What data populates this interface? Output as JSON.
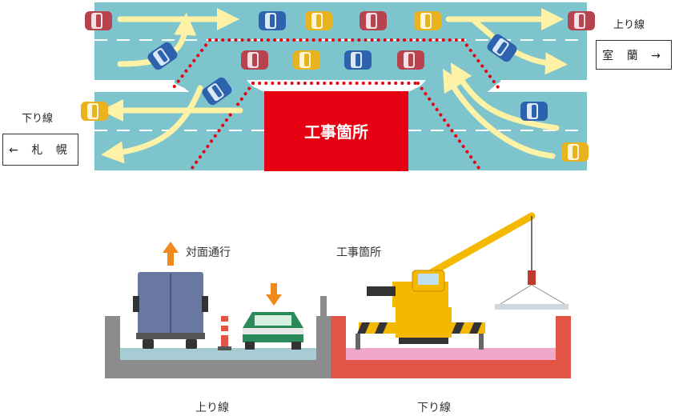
{
  "plan": {
    "construction_text": "工事箇所",
    "up_line_label": "上り線",
    "down_line_label": "下り線",
    "up_destination": "室 蘭 →",
    "down_destination": "← 札 幌"
  },
  "section": {
    "two_way_label": "対面通行",
    "construction_label": "工事箇所",
    "up_line_label": "上り線",
    "down_line_label": "下り線"
  },
  "colors": {
    "road": "#7ec4cc",
    "lane_dash": "#ffffff",
    "arrow": "#fdf2a6",
    "construction": "#e60012",
    "cone_dots": "#e60012",
    "section_gray": "#8c8c8c",
    "section_red": "#e05545",
    "section_pink": "#f1a8c8",
    "crane_yellow": "#f5b800",
    "orange_arrow": "#f08a1c",
    "car_blue": "#2d62ae",
    "car_yellow": "#e9b320",
    "car_red": "#b7434e"
  }
}
